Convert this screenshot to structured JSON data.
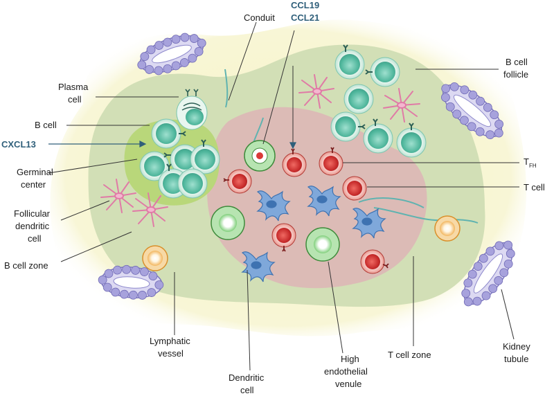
{
  "labels": {
    "conduit": "Conduit",
    "ccl19": "CCL19",
    "ccl21": "CCL21",
    "plasma_cell_1": "Plasma",
    "plasma_cell_2": "cell",
    "b_cell": "B cell",
    "cxcl13": "CXCL13",
    "germinal_center_1": "Germinal",
    "germinal_center_2": "center",
    "fdc_1": "Follicular",
    "fdc_2": "dendritic",
    "fdc_3": "cell",
    "b_cell_zone": "B cell zone",
    "lymphatic_vessel_1": "Lymphatic",
    "lymphatic_vessel_2": "vessel",
    "dendritic_cell_1": "Dendritic",
    "dendritic_cell_2": "cell",
    "hev_1": "High",
    "hev_2": "endothelial",
    "hev_3": "venule",
    "t_cell_zone": "T cell zone",
    "kidney_tubule_1": "Kidney",
    "kidney_tubule_2": "tubule",
    "t_cell": "T cell",
    "tfh_main": "T",
    "tfh_sub": "FH",
    "b_cell_follicle_1": "B cell",
    "b_cell_follicle_2": "follicle"
  },
  "colors": {
    "yellow_halo": "#f6f3c4",
    "b_zone": "#d2dfb6",
    "t_zone": "#dcb8b6",
    "germinal": "#b9d77a",
    "b_cell": "#5ec0a8",
    "t_cell": "#d93a38",
    "dendritic": "#5a8fc9",
    "fdc": "#e07aa6",
    "hev": "#8ed18a",
    "lymphatic": "#f2b55d",
    "tubule": "#9b96d4",
    "chem_label": "#2f5f7a"
  }
}
